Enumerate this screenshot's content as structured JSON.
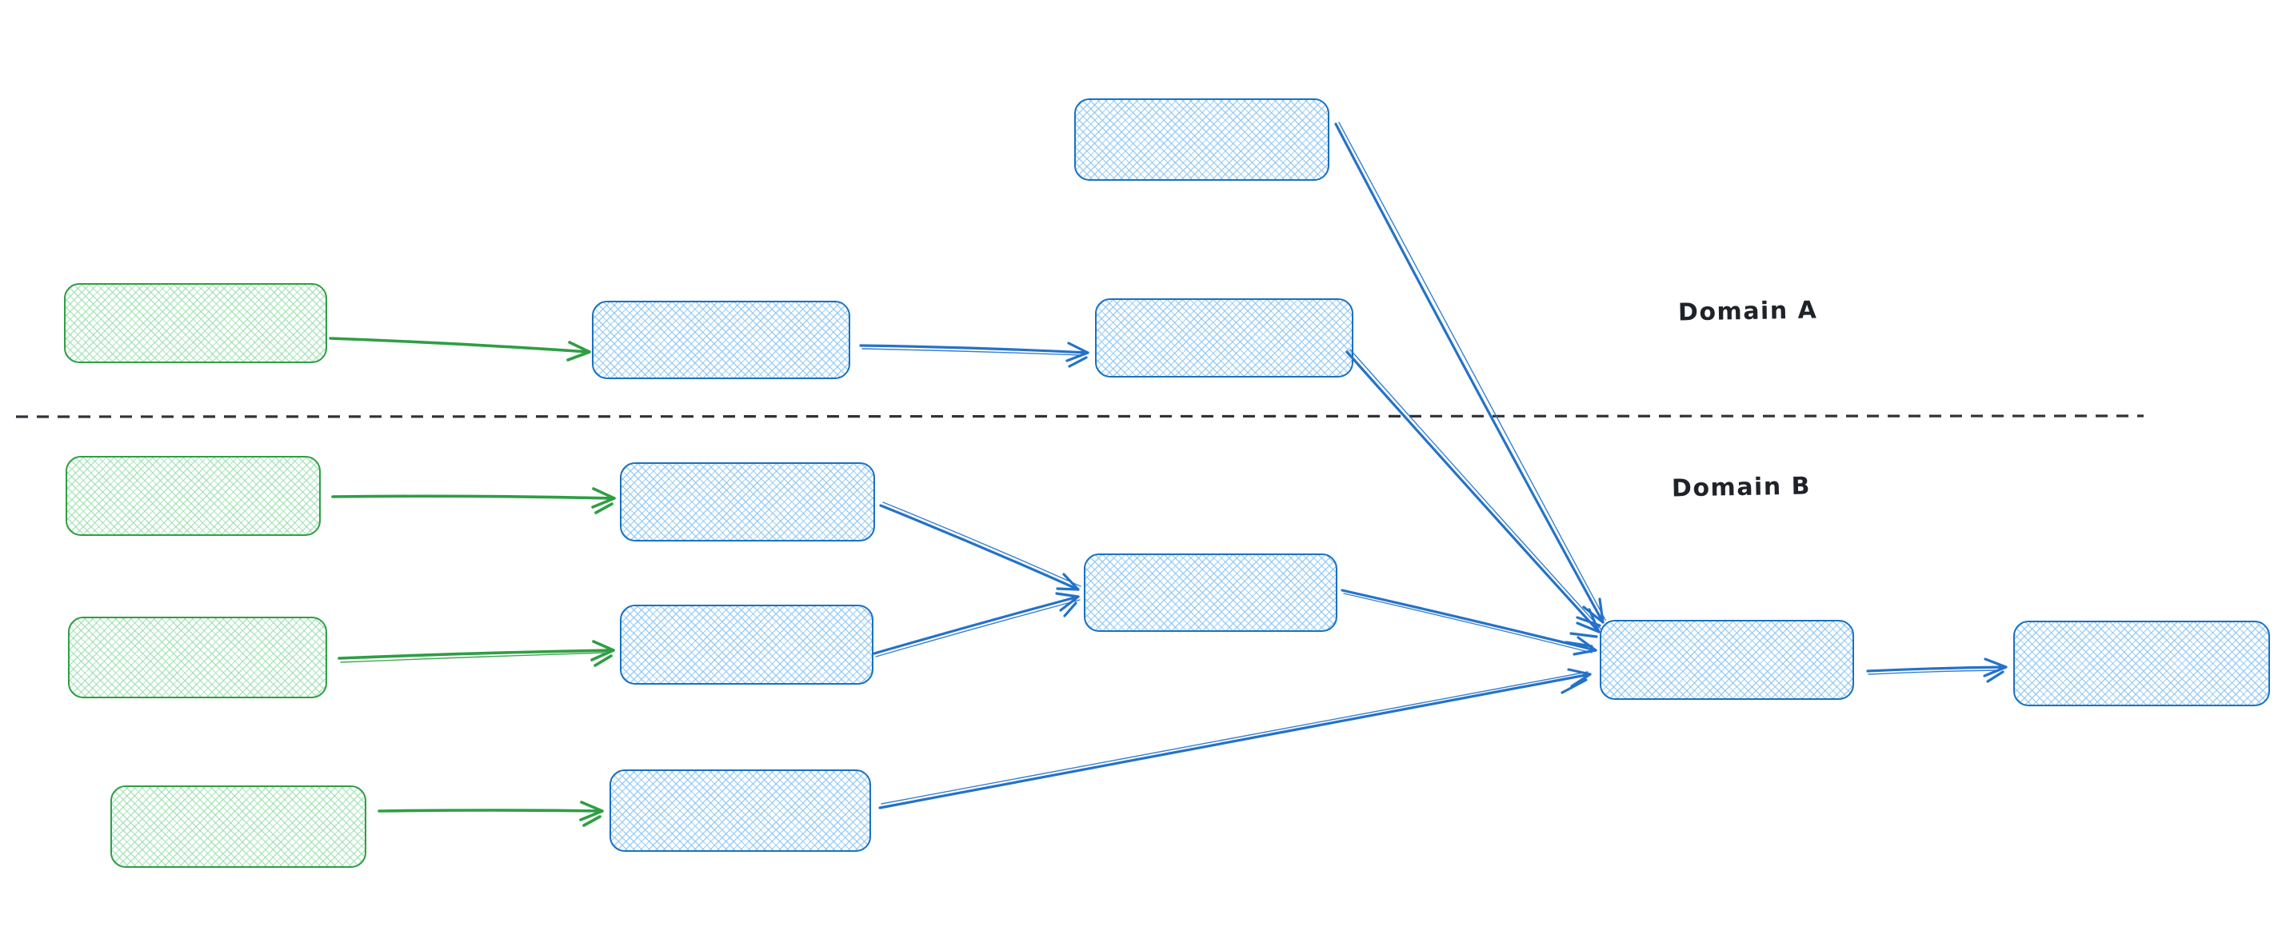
{
  "app": {
    "type": "hand-drawn-diagram",
    "background": "#ffffff"
  },
  "labels": {
    "domain_a": "Domain A",
    "domain_b": "Domain B"
  },
  "palette": {
    "green_stroke": "#2f9e44",
    "green_fill": "#b2f2bb",
    "blue_stroke": "#1971c2",
    "blue_fill": "#a5d8ff",
    "divider": "#2f3337",
    "text": "#1f2329",
    "background": "#ffffff"
  },
  "diagram": {
    "divider": {
      "style": "dashed",
      "orientation": "horizontal",
      "separates": [
        "Domain A",
        "Domain B"
      ]
    },
    "nodes": [
      {
        "id": "external-top",
        "domain": "Domain A",
        "color": "blue",
        "label": ""
      },
      {
        "id": "source-a",
        "domain": "Domain A",
        "color": "green",
        "label": ""
      },
      {
        "id": "process-a1",
        "domain": "Domain A",
        "color": "blue",
        "label": ""
      },
      {
        "id": "process-a2",
        "domain": "Domain A",
        "color": "blue",
        "label": ""
      },
      {
        "id": "source-b1",
        "domain": "Domain B",
        "color": "green",
        "label": ""
      },
      {
        "id": "process-b1",
        "domain": "Domain B",
        "color": "blue",
        "label": ""
      },
      {
        "id": "source-b2",
        "domain": "Domain B",
        "color": "green",
        "label": ""
      },
      {
        "id": "process-b2",
        "domain": "Domain B",
        "color": "blue",
        "label": ""
      },
      {
        "id": "aggregator-b",
        "domain": "Domain B",
        "color": "blue",
        "label": ""
      },
      {
        "id": "source-b3",
        "domain": "Domain B",
        "color": "green",
        "label": ""
      },
      {
        "id": "process-b3",
        "domain": "Domain B",
        "color": "blue",
        "label": ""
      },
      {
        "id": "sink-main",
        "domain": "Domain B",
        "color": "blue",
        "label": ""
      },
      {
        "id": "sink-final",
        "domain": "Domain B",
        "color": "blue",
        "label": ""
      }
    ],
    "edges": [
      {
        "from": "source-a",
        "to": "process-a1",
        "color": "green"
      },
      {
        "from": "process-a1",
        "to": "process-a2",
        "color": "blue"
      },
      {
        "from": "external-top",
        "to": "sink-main",
        "color": "blue"
      },
      {
        "from": "process-a2",
        "to": "sink-main",
        "color": "blue"
      },
      {
        "from": "source-b1",
        "to": "process-b1",
        "color": "green"
      },
      {
        "from": "source-b2",
        "to": "process-b2",
        "color": "green"
      },
      {
        "from": "source-b3",
        "to": "process-b3",
        "color": "green"
      },
      {
        "from": "process-b1",
        "to": "aggregator-b",
        "color": "blue"
      },
      {
        "from": "process-b2",
        "to": "aggregator-b",
        "color": "blue"
      },
      {
        "from": "aggregator-b",
        "to": "sink-main",
        "color": "blue"
      },
      {
        "from": "process-b3",
        "to": "sink-main",
        "color": "blue"
      },
      {
        "from": "sink-main",
        "to": "sink-final",
        "color": "blue"
      }
    ]
  }
}
